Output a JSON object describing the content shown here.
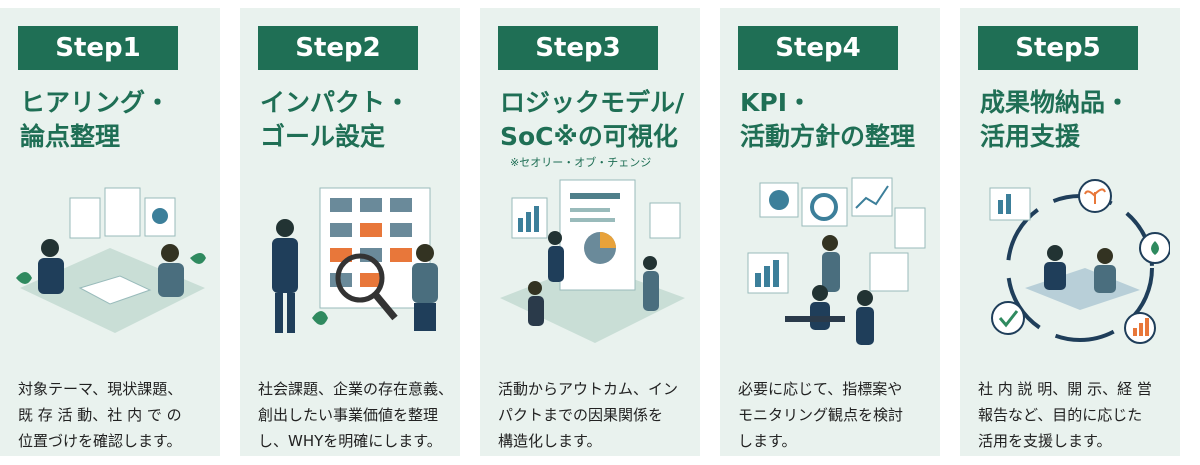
{
  "steps": [
    {
      "badge": "Step1",
      "title": "ヒアリング・\n論点整理",
      "note": "",
      "desc": "対象テーマ、現状課題、\n既 存 活 動、社 内 で の\n位置づけを確認します。",
      "illus": "meeting-icon"
    },
    {
      "badge": "Step2",
      "title": "インパクト・\nゴール設定",
      "note": "",
      "desc": "社会課題、企業の存在意義、\n創出したい事業価値を整理\nし、WHYを明確にします。",
      "illus": "flowchart-icon"
    },
    {
      "badge": "Step3",
      "title": "ロジックモデル/\nSoC※の可視化",
      "note": "※セオリー・オブ・チェンジ",
      "desc": "活動からアウトカム、イン\nパクトまでの因果関係を\n構造化します。",
      "illus": "document-analysis-icon"
    },
    {
      "badge": "Step4",
      "title": "KPI・\n活動方針の整理",
      "note": "",
      "desc": "必要に応じて、指標案や\nモニタリング観点を検討\nします。",
      "illus": "dashboard-icon"
    },
    {
      "badge": "Step5",
      "title": "成果物納品・\n活用支援",
      "note": "",
      "desc": "社 内 説 明、開 示、経 営\n報告など、目的に応じた\n活用を支援します。",
      "illus": "cycle-icon"
    }
  ],
  "colors": {
    "accent": "#1f6f55",
    "card": "#e9f2ee"
  }
}
